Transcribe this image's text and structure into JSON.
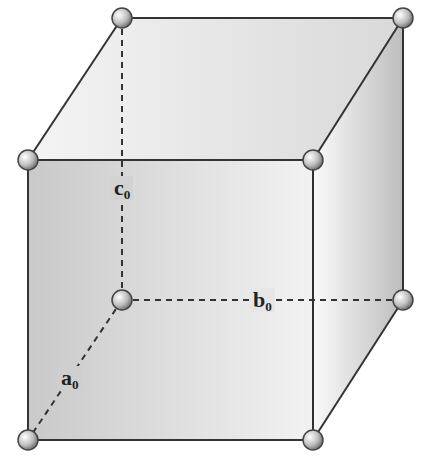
{
  "diagram": {
    "labels": [
      "c₀",
      "b₀",
      "a₀"
    ]
  }
}
